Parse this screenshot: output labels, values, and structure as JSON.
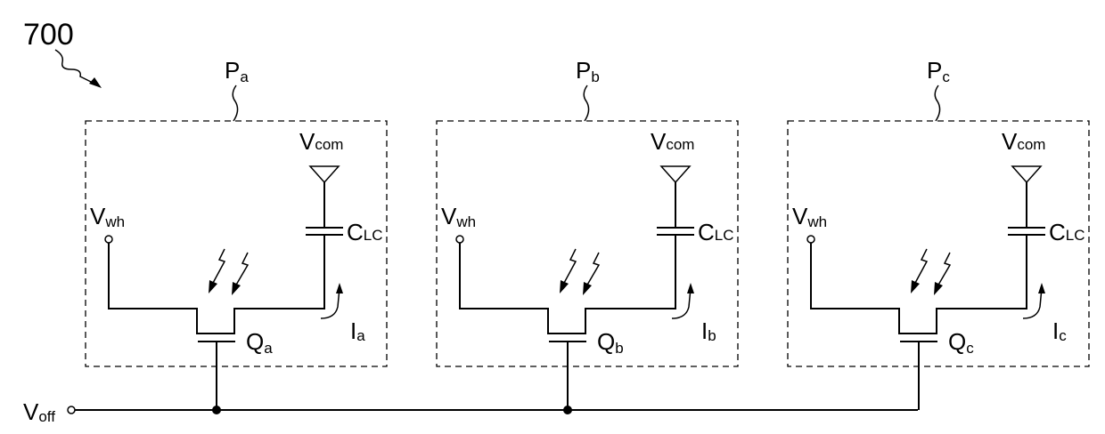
{
  "figure_ref": "700",
  "input_label": {
    "main": "V",
    "sub": "off"
  },
  "pixels": [
    {
      "label": {
        "main": "P",
        "sub": "a"
      },
      "source_label": {
        "main": "V",
        "sub": "wh"
      },
      "common_label": {
        "main": "V",
        "sub": "com"
      },
      "capacitor_label": {
        "main": "C",
        "sub": "LC"
      },
      "transistor_label": {
        "main": "Q",
        "sub": "a"
      },
      "current_label": {
        "main": "I",
        "sub": "a"
      }
    },
    {
      "label": {
        "main": "P",
        "sub": "b"
      },
      "source_label": {
        "main": "V",
        "sub": "wh"
      },
      "common_label": {
        "main": "V",
        "sub": "com"
      },
      "capacitor_label": {
        "main": "C",
        "sub": "LC"
      },
      "transistor_label": {
        "main": "Q",
        "sub": "b"
      },
      "current_label": {
        "main": "I",
        "sub": "b"
      }
    },
    {
      "label": {
        "main": "P",
        "sub": "c"
      },
      "source_label": {
        "main": "V",
        "sub": "wh"
      },
      "common_label": {
        "main": "V",
        "sub": "com"
      },
      "capacitor_label": {
        "main": "C",
        "sub": "LC"
      },
      "transistor_label": {
        "main": "Q",
        "sub": "c"
      },
      "current_label": {
        "main": "I",
        "sub": "c"
      }
    }
  ]
}
